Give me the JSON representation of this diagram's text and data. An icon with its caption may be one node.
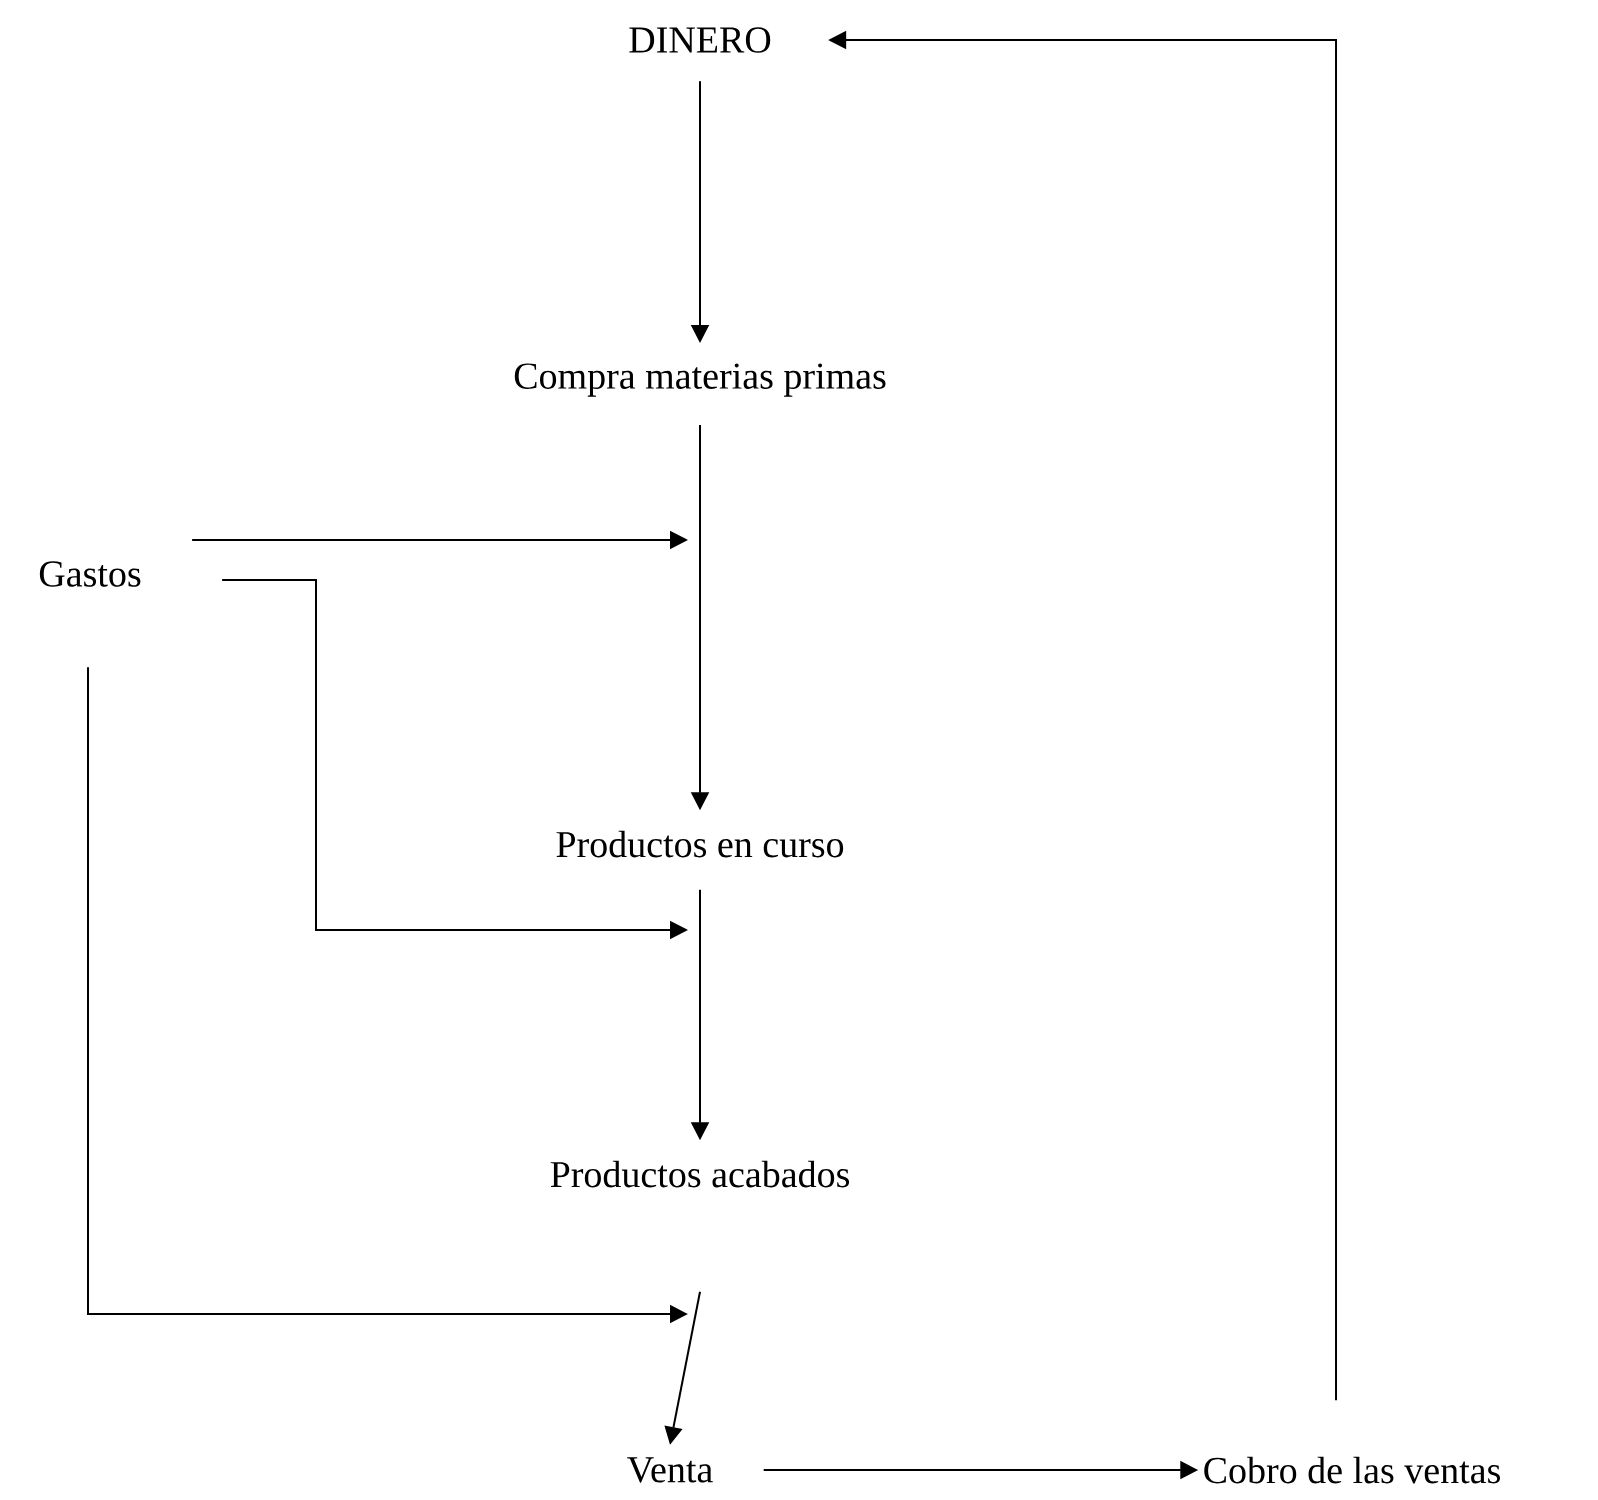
{
  "diagram": {
    "nodes": [
      {
        "text": [
          "DINERO"
        ]
      },
      {
        "text": [
          "Compra materias primas"
        ]
      },
      {
        "text": [
          "Gastos"
        ]
      },
      {
        "text": [
          "Productos en curso"
        ]
      },
      {
        "text": [
          "Productos acabados"
        ]
      },
      {
        "text": [
          "Venta"
        ]
      },
      {
        "text": [
          "Cobro de las ventas"
        ]
      }
    ],
    "edges": [
      {
        "from": 0,
        "to": 1,
        "arrow": "to"
      },
      {
        "from": 1,
        "to": 3,
        "arrow": "to"
      },
      {
        "from": 2,
        "to": null,
        "arrow": "to"
      },
      {
        "from": 2,
        "to": null,
        "arrow": "to"
      },
      {
        "from": 2,
        "to": null,
        "arrow": "to"
      },
      {
        "from": 3,
        "to": 4,
        "arrow": "to"
      },
      {
        "from": 4,
        "to": 5,
        "arrow": "to"
      },
      {
        "from": 5,
        "to": 6,
        "arrow": "to"
      },
      {
        "from": 6,
        "to": 0,
        "arrow": "to"
      }
    ]
  }
}
